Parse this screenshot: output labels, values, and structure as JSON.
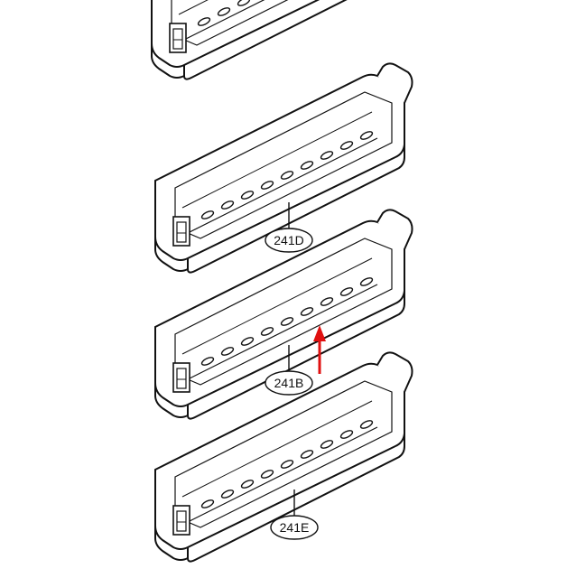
{
  "diagram": {
    "labels": {
      "d": "241D",
      "b": "241B",
      "e": "241E"
    },
    "colors": {
      "line": "#111111",
      "arrow": "#e01010",
      "background": "#ffffff"
    }
  }
}
